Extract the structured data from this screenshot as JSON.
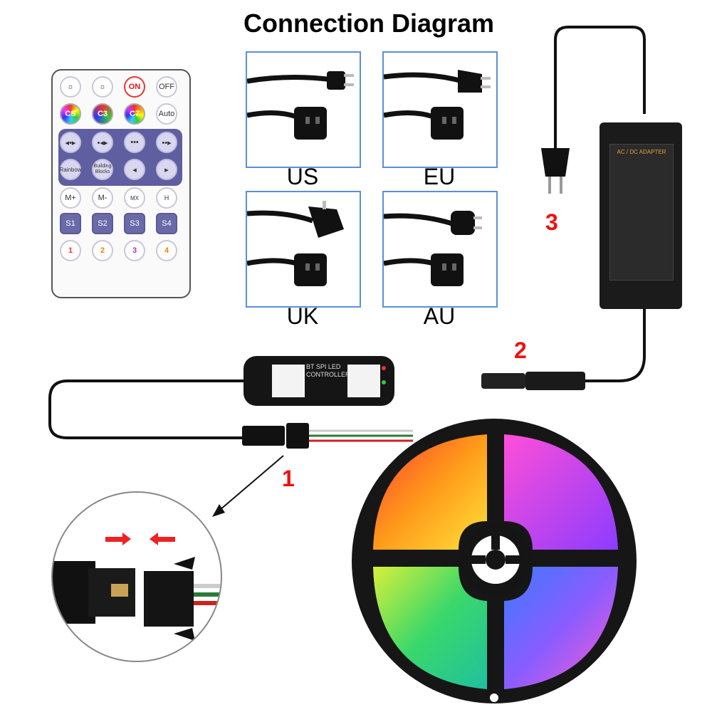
{
  "title": "Connection Diagram",
  "remote": {
    "row1": [
      "",
      "",
      "ON",
      "OFF"
    ],
    "row2": [
      "CS",
      "C3",
      "C7",
      "Auto"
    ],
    "row5": [
      "Rainbow",
      "Building Blocks",
      "",
      ""
    ],
    "row6": [
      "M+",
      "M-",
      "MX",
      "H"
    ],
    "row7": [
      "S1",
      "S2",
      "S3",
      "S4"
    ],
    "row8": [
      "1",
      "2",
      "3",
      "4"
    ]
  },
  "plugs": [
    {
      "label": "US"
    },
    {
      "label": "EU"
    },
    {
      "label": "UK"
    },
    {
      "label": "AU"
    }
  ],
  "steps": {
    "one": "1",
    "two": "2",
    "three": "3"
  },
  "controller": {
    "line1": "BT SPI LED",
    "line2": "CONTROLLER"
  },
  "adapter": {
    "label": "AC / DC ADAPTER"
  }
}
